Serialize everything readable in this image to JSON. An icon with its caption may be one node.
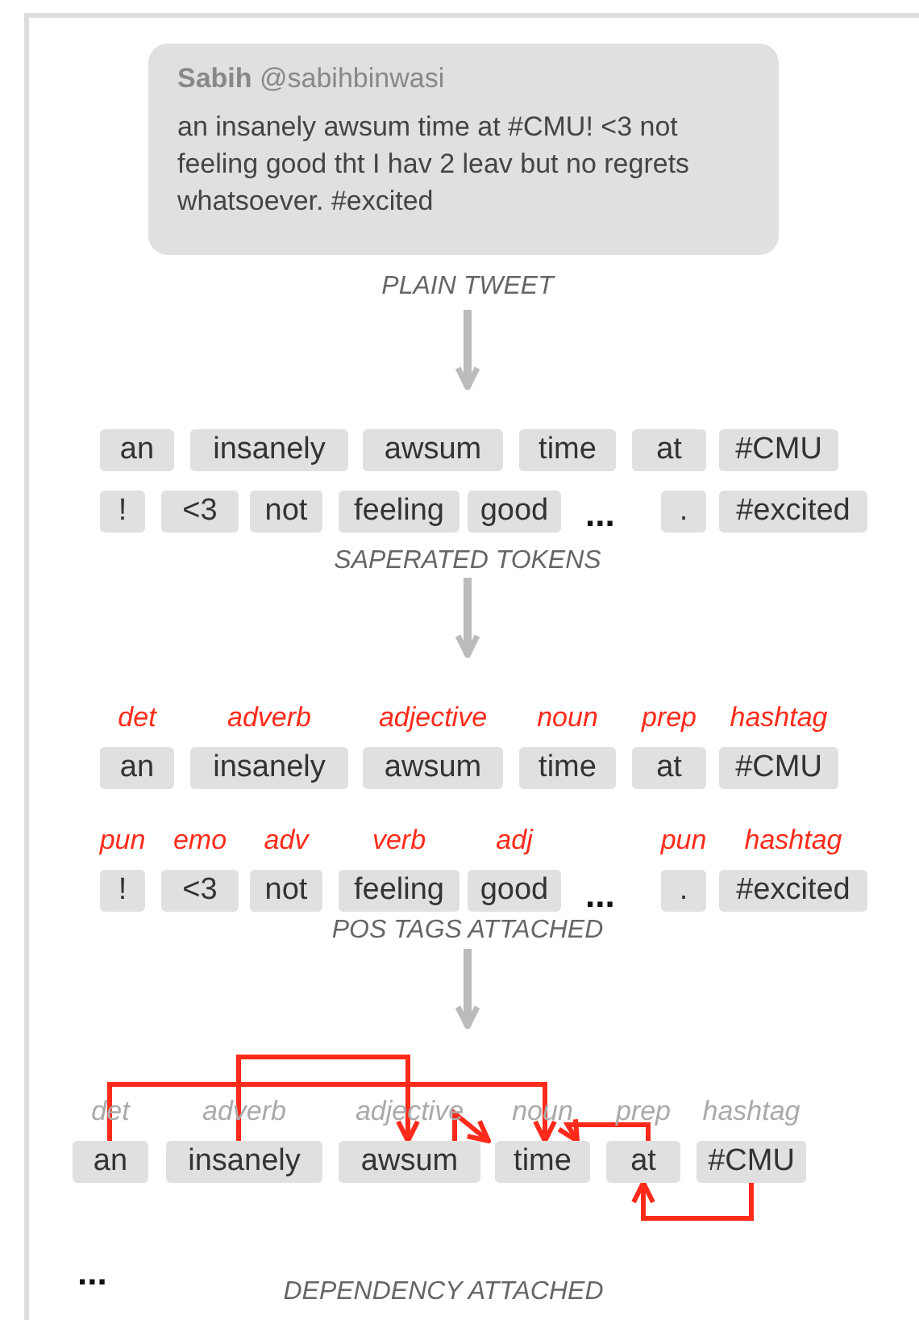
{
  "diagram": {
    "nodes": [
      {
        "text": [
          "**Sabih** @sabihbinwasi",
          "an insanely awsum time at #CMU! <3 not feeling good tht I hav 2 leav but no regrets whatsoever. #excited"
        ]
      },
      {
        "text": [
          "an"
        ]
      },
      {
        "text": [
          "insanely"
        ]
      },
      {
        "text": [
          "awsum"
        ]
      },
      {
        "text": [
          "time"
        ]
      },
      {
        "text": [
          "at"
        ]
      },
      {
        "text": [
          "#CMU"
        ]
      },
      {
        "text": [
          "!"
        ]
      },
      {
        "text": [
          "<3"
        ]
      },
      {
        "text": [
          "not"
        ]
      },
      {
        "text": [
          "feeling"
        ]
      },
      {
        "text": [
          "good"
        ]
      },
      {
        "text": [
          "."
        ]
      },
      {
        "text": [
          "#excited"
        ]
      },
      {
        "text": [
          "an"
        ],
        "beside": [
          "det"
        ]
      },
      {
        "text": [
          "insanely"
        ],
        "beside": [
          "adverb"
        ]
      },
      {
        "text": [
          "awsum"
        ],
        "beside": [
          "adjective"
        ]
      },
      {
        "text": [
          "time"
        ],
        "beside": [
          "noun"
        ]
      },
      {
        "text": [
          "at"
        ],
        "beside": [
          "prep"
        ]
      },
      {
        "text": [
          "#CMU"
        ],
        "beside": [
          "hashtag"
        ]
      },
      {
        "text": [
          "!"
        ],
        "beside": [
          "pun"
        ]
      },
      {
        "text": [
          "<3"
        ],
        "beside": [
          "emo"
        ]
      },
      {
        "text": [
          "not"
        ],
        "beside": [
          "adv"
        ]
      },
      {
        "text": [
          "feeling"
        ],
        "beside": [
          "verb"
        ]
      },
      {
        "text": [
          "good"
        ],
        "beside": [
          "adj"
        ]
      },
      {
        "text": [
          "."
        ],
        "beside": [
          "pun"
        ]
      },
      {
        "text": [
          "#excited"
        ],
        "beside": [
          "hashtag"
        ]
      },
      {
        "text": [
          "an"
        ],
        "beside": [
          "det"
        ]
      },
      {
        "text": [
          "insanely"
        ],
        "beside": [
          "adverb"
        ]
      },
      {
        "text": [
          "awsum"
        ],
        "beside": [
          "adjective"
        ]
      },
      {
        "text": [
          "time"
        ],
        "beside": [
          "noun"
        ]
      },
      {
        "text": [
          "at"
        ],
        "beside": [
          "prep"
        ]
      },
      {
        "text": [
          "#CMU"
        ],
        "beside": [
          "hashtag"
        ]
      }
    ],
    "edges": [
      {
        "from": 27,
        "to": 30,
        "arrow": "to"
      },
      {
        "from": 28,
        "to": 29,
        "arrow": "to"
      },
      {
        "from": 29,
        "to": 30,
        "arrow": "to"
      },
      {
        "from": 31,
        "to": 30,
        "arrow": "to"
      },
      {
        "from": 32,
        "to": 31,
        "arrow": "to"
      }
    ],
    "labels": [
      "PLAIN TWEET",
      "...",
      "SAPERATED TOKENS",
      "...",
      "POS TAGS ATTACHED",
      "...",
      "DEPENDENCY ATTACHED"
    ]
  }
}
